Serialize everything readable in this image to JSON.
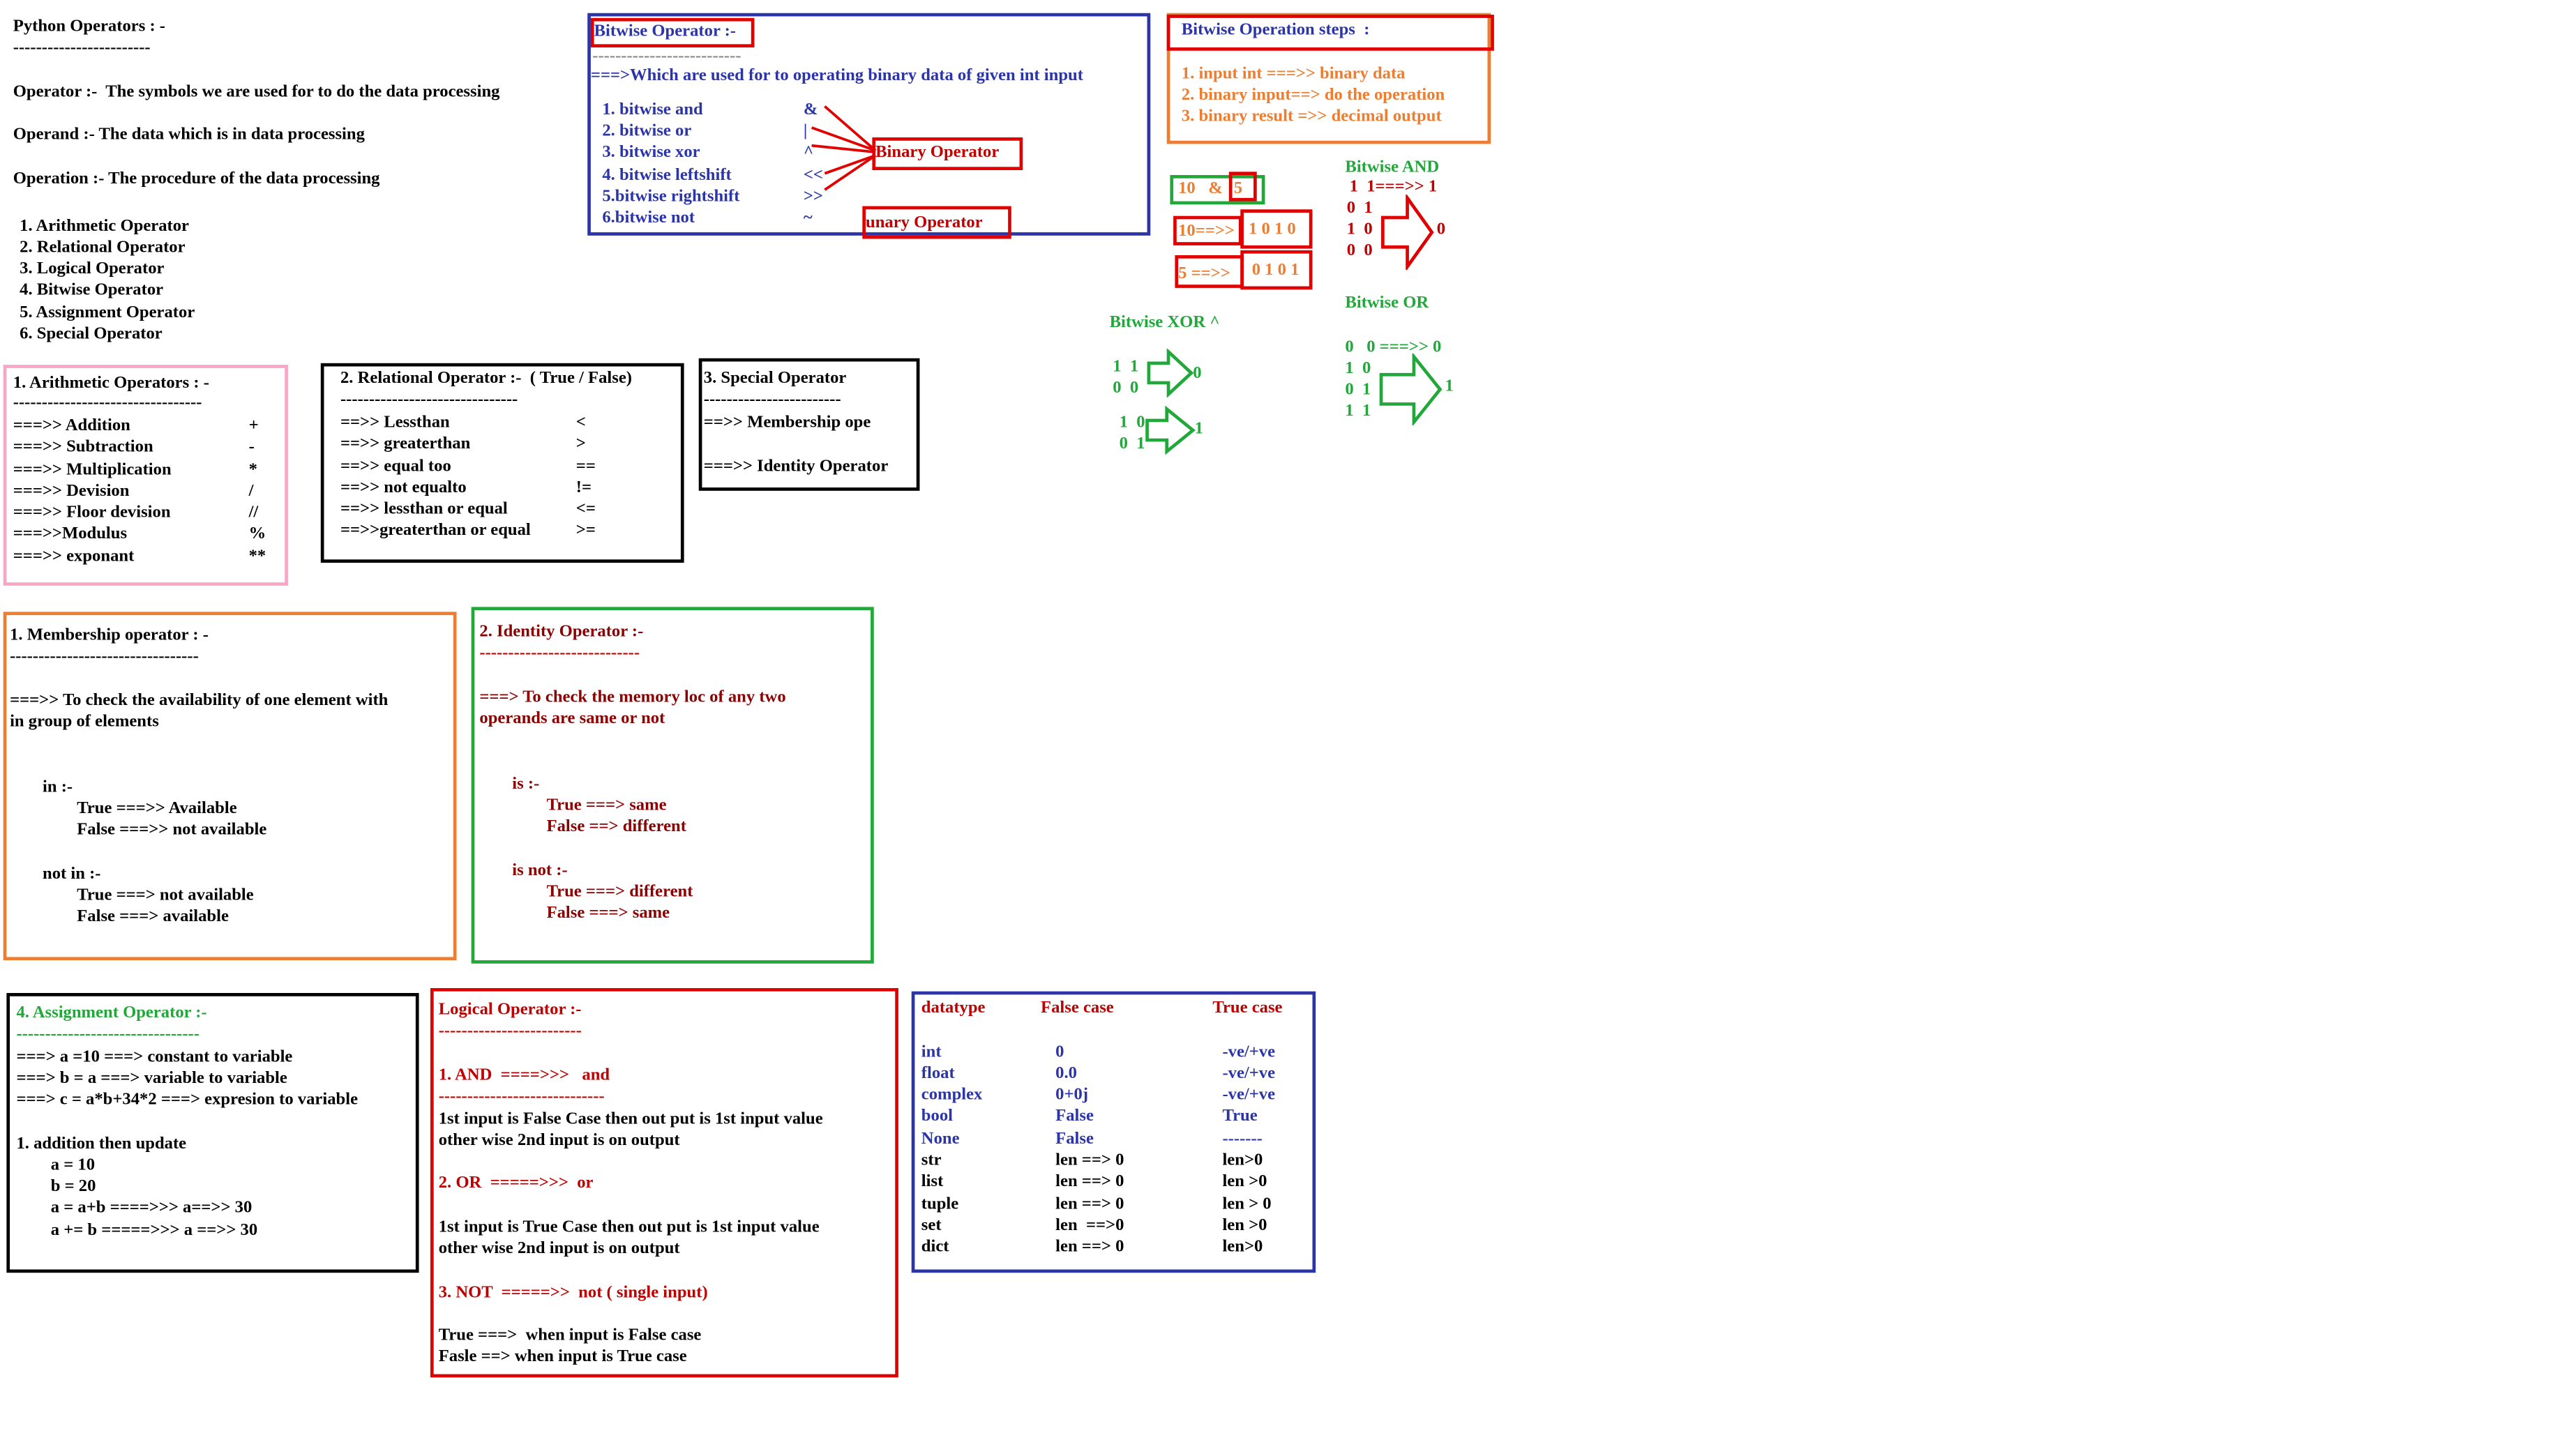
{
  "intro": {
    "title": "Python Operators : -",
    "dashes": "------------------------",
    "operator_def": "Operator :-  The symbols we are used for to do the data processing",
    "operand_def": "Operand :- The data which is in data processing",
    "operation_def": "Operation :- The procedure of the data processing",
    "types": [
      "1. Arithmetic Operator",
      "2. Relational Operator",
      "3. Logical Operator",
      "4. Bitwise Operator",
      "5. Assignment Operator",
      "6. Special Operator"
    ]
  },
  "bitwise": {
    "title": "Bitwise Operator :-",
    "dashes": "--------------------------",
    "desc": "===>Which are used for to operating binary data of given int input",
    "items": [
      {
        "name": "1. bitwise and",
        "sym": "&"
      },
      {
        "name": "2. bitwise or",
        "sym": "|"
      },
      {
        "name": "3. bitwise xor",
        "sym": "^"
      },
      {
        "name": "4. bitwise leftshift",
        "sym": "<<"
      },
      {
        "name": "5.bitwise rightshift",
        "sym": ">>"
      },
      {
        "name": "6.bitwise not",
        "sym": "~"
      }
    ],
    "binary_label": "Binary Operator",
    "unary_label": "unary Operator"
  },
  "steps": {
    "title": "Bitwise Operation steps  :",
    "lines": [
      "1. input int ===>> binary data",
      "2. binary input==> do the operation",
      "3. binary result =>> decimal output"
    ]
  },
  "example": {
    "expr_a": "10   &",
    "expr_b": "5",
    "row1_label": "10==>>",
    "row1_bits": "1 0 1 0",
    "row2_label": "5 ==>>",
    "row2_bits": "0 1 0 1"
  },
  "and_table": {
    "title": "Bitwise AND",
    "l1": " 1  1===>> 1",
    "l2": "0  1",
    "l3": "1  0",
    "l4": "0  0",
    "result": "0"
  },
  "or_table": {
    "title": "Bitwise OR",
    "l1": "0   0 ===>> 0",
    "l2": "1  0",
    "l3": "0  1",
    "l4": "1  1",
    "result": "1"
  },
  "xor_table": {
    "title": "Bitwise XOR ^",
    "a1": "1  1",
    "a2": "0  0",
    "ares": "0",
    "b1": "1  0",
    "b2": "0  1",
    "bres": "1"
  },
  "arith": {
    "title": "1. Arithmetic Operators : -",
    "dashes": "---------------------------------",
    "rows": [
      {
        "name": "===>> Addition",
        "sym": "+"
      },
      {
        "name": "===>> Subtraction",
        "sym": "-"
      },
      {
        "name": "===>> Multiplication",
        "sym": "*"
      },
      {
        "name": "===>> Devision",
        "sym": "/"
      },
      {
        "name": "===>> Floor devision",
        "sym": "//"
      },
      {
        "name": "===>>Modulus",
        "sym": "%"
      },
      {
        "name": "===>> exponant",
        "sym": "**"
      }
    ]
  },
  "rel": {
    "title": "2. Relational Operator :-  ( True / False)",
    "dashes": "-------------------------------",
    "rows": [
      {
        "name": "==>> Lessthan",
        "sym": "<"
      },
      {
        "name": "==>> greaterthan",
        "sym": ">"
      },
      {
        "name": "==>> equal too",
        "sym": "=="
      },
      {
        "name": "==>> not equalto",
        "sym": "!="
      },
      {
        "name": "==>> lessthan or equal",
        "sym": "<="
      },
      {
        "name": "==>>greaterthan or equal",
        "sym": ">="
      }
    ]
  },
  "special": {
    "title": "3. Special Operator",
    "dashes": "------------------------",
    "l1": "==>> Membership ope",
    "l2": "===>> Identity Operator"
  },
  "membership": {
    "title": "1. Membership operator : -",
    "dashes": "---------------------------------",
    "desc1": "===>> To check the availability of one element with",
    "desc2": "in group of elements",
    "in_label": "in :-",
    "in_true": "True ===>> Available",
    "in_false": "False ===>> not available",
    "notin_label": "not in :-",
    "notin_true": "True ===> not available",
    "notin_false": "False ===> available"
  },
  "identity": {
    "title": "2. Identity Operator :-",
    "dashes": "----------------------------",
    "desc1": "===> To check the memory loc of any two",
    "desc2": "operands are same or not",
    "is_label": "is :-",
    "is_true": "True ===> same",
    "is_false": "False ==> different",
    "isnot_label": "is not :-",
    "isnot_true": "True ===> different",
    "isnot_false": "False ===> same"
  },
  "assign": {
    "title": "4. Assignment Operator :-",
    "dashes": "--------------------------------",
    "l1": "===> a =10 ===> constant to variable",
    "l2": "===> b = a ===> variable to variable",
    "l3": "===> c = a*b+34*2 ===> expresion to variable",
    "l4": "1. addition then update",
    "l5": "a = 10",
    "l6": "b = 20",
    "l7": "a = a+b ====>>> a==>> 30",
    "l8": "a += b =====>>> a ==>> 30"
  },
  "logical": {
    "title": "Logical Operator :-",
    "dashes": "-------------------------",
    "and_h": "1. AND  ====>>>   and",
    "and_dash": "-----------------------------",
    "and_1": "1st input is False Case then out put is 1st input value",
    "and_2": "other wise 2nd input is on output",
    "or_h": "2. OR  =====>>>  or",
    "or_1": "1st input is True Case then out put is 1st input value",
    "or_2": "other wise 2nd input is on output",
    "not_h": "3. NOT  =====>>  not ( single input)",
    "not_1": "True ===>  when input is False case",
    "not_2": "Fasle ==> when input is True case"
  },
  "dtypes": {
    "h_type": "datatype",
    "h_false": "False case",
    "h_true": "True case",
    "rows": [
      {
        "t": "int",
        "f": "0",
        "v": "-ve/+ve"
      },
      {
        "t": "float",
        "f": "0.0",
        "v": "-ve/+ve"
      },
      {
        "t": "complex",
        "f": "0+0j",
        "v": "-ve/+ve"
      },
      {
        "t": "bool",
        "f": "False",
        "v": "True"
      },
      {
        "t": "None",
        "f": "False",
        "v": "-------"
      },
      {
        "t": "str",
        "f": "len ==> 0",
        "v": "len>0"
      },
      {
        "t": "list",
        "f": "len ==> 0",
        "v": "len >0"
      },
      {
        "t": "tuple",
        "f": "len ==> 0",
        "v": "len > 0"
      },
      {
        "t": "set",
        "f": "len  ==>0",
        "v": "len >0"
      },
      {
        "t": "dict",
        "f": "len ==> 0",
        "v": "len>0"
      }
    ]
  },
  "colors": {
    "blue": "#2b35a8",
    "red": "#c00000",
    "orange": "#ed7d31",
    "green": "#22a83a",
    "pink": "#f7a6c6",
    "maroon": "#8b0000"
  }
}
